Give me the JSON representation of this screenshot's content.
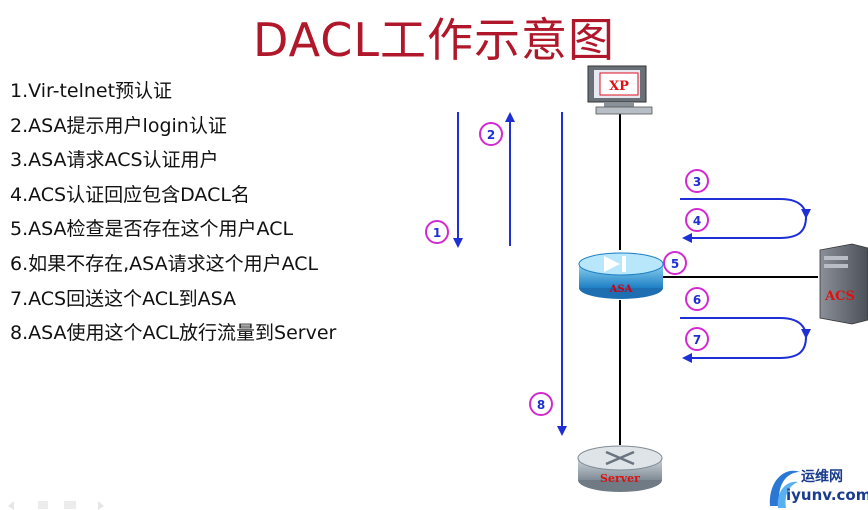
{
  "title": "DACL工作示意图",
  "steps": [
    "1.Vir-telnet预认证",
    "2.ASA提示用户login认证",
    "3.ASA请求ACS认证用户",
    "4.ACS认证回应包含DACL名",
    "5.ASA检查是否存在这个用户ACL",
    "6.如果不存在,ASA请求这个用户ACL",
    "7.ACS回送这个ACL到ASA",
    "8.ASA使用这个ACL放行流量到Server"
  ],
  "devices": {
    "xp": "XP",
    "asa": "ASA",
    "acs": "ACS",
    "server": "Server"
  },
  "markers": [
    "1",
    "2",
    "3",
    "4",
    "5",
    "6",
    "7",
    "8"
  ],
  "watermark": {
    "top": "运维网",
    "bottom": "iyunv.com"
  },
  "colors": {
    "title": "#b0172a",
    "arrow": "#1f2fd6",
    "marker": "#d12ad1"
  }
}
